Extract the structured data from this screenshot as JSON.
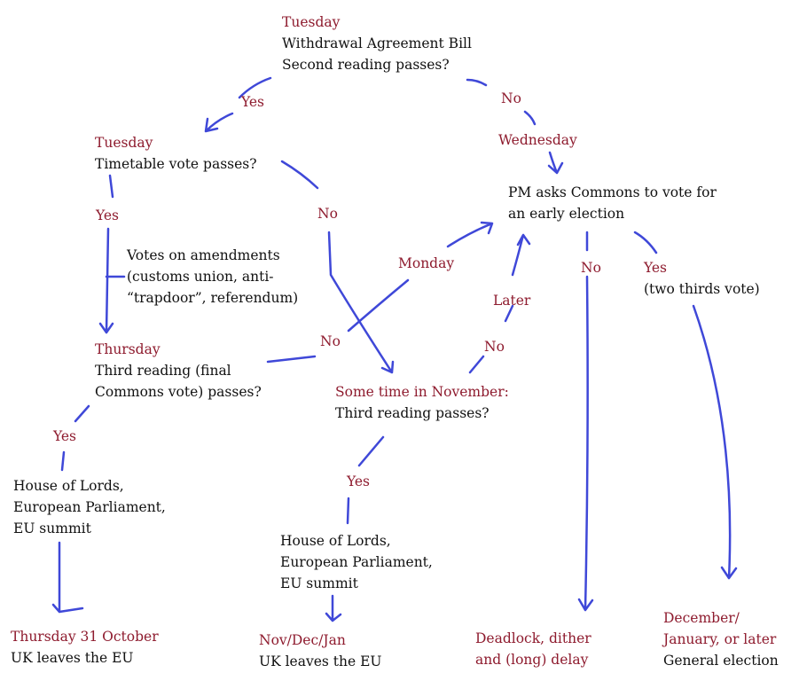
{
  "colors": {
    "day_label": "#8e1b2e",
    "text": "#111111",
    "arrows": "#3f48d8"
  },
  "nodes": {
    "second_reading": {
      "day": "Tuesday",
      "lines": [
        "Withdrawal Agreement Bill",
        "Second reading passes?"
      ]
    },
    "timetable": {
      "day": "Tuesday",
      "lines": [
        "Timetable vote passes?"
      ]
    },
    "wednesday": {
      "day": "Wednesday"
    },
    "early_election": {
      "lines": [
        "PM asks Commons to vote for",
        "an early election"
      ]
    },
    "amendments": {
      "lines": [
        "Votes on amendments",
        "(customs union, anti-",
        "“trapdoor”, referendum)"
      ]
    },
    "third_reading": {
      "day": "Thursday",
      "lines": [
        "Third reading (final",
        "Commons vote) passes?"
      ]
    },
    "november": {
      "day": "Some time in November:",
      "lines": [
        "Third reading passes?"
      ]
    },
    "lords_1": {
      "lines": [
        "House of Lords,",
        "European Parliament,",
        "EU summit"
      ]
    },
    "lords_2": {
      "lines": [
        "House of Lords,",
        "European Parliament,",
        "EU summit"
      ]
    },
    "outcome_oct": {
      "day": "Thursday 31 October",
      "lines": [
        "UK leaves the EU"
      ]
    },
    "outcome_nov": {
      "day": "Nov/Dec/Jan",
      "lines": [
        "UK leaves the EU"
      ]
    },
    "outcome_deadlock": {
      "lines": [
        "Deadlock, dither",
        "and (long) delay"
      ]
    },
    "outcome_election": {
      "day_lines": [
        "December/",
        "January, or later"
      ],
      "lines": [
        "General election"
      ]
    }
  },
  "edge_labels": {
    "sr_yes": "Yes",
    "sr_no": "No",
    "tt_yes": "Yes",
    "tt_no": "No",
    "monday": "Monday",
    "later": "Later",
    "pm_no": "No",
    "pm_yes": "Yes",
    "pm_yes_note": "(two thirds vote)",
    "thu_no": "No",
    "nov_no": "No",
    "thu_yes": "Yes",
    "nov_yes": "Yes"
  }
}
